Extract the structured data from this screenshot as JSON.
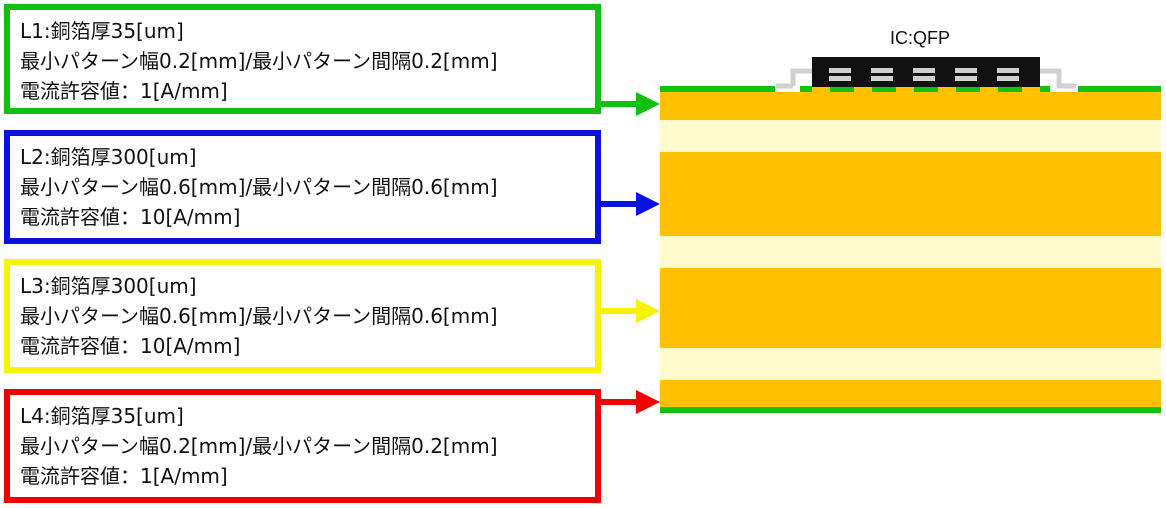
{
  "layers": [
    {
      "id": "l1",
      "color": "#12c012",
      "title": "L1:銅箔厚35[um]",
      "pattern": "最小パターン幅0.2[mm]/最小パターン間隔0.2[mm]",
      "current": "電流許容値：1[A/mm]"
    },
    {
      "id": "l2",
      "color": "#0a12e0",
      "title": "L2:銅箔厚300[um]",
      "pattern": "最小パターン幅0.6[mm]/最小パターン間隔0.6[mm]",
      "current": "電流許容値：10[A/mm]"
    },
    {
      "id": "l3",
      "color": "#f6f200",
      "title": "L3:銅箔厚300[um]",
      "pattern": "最小パターン幅0.6[mm]/最小パターン間隔0.6[mm]",
      "current": "電流許容値：10[A/mm]"
    },
    {
      "id": "l4",
      "color": "#f00000",
      "title": "L4:銅箔厚35[um]",
      "pattern": "最小パターン幅0.2[mm]/最小パターン間隔0.2[mm]",
      "current": "電流許容値：1[A/mm]"
    }
  ],
  "ic_label": "IC:QFP",
  "colors": {
    "copper": "#ffc000",
    "dielectric": "#fffacc",
    "solder_mask": "#12c012",
    "ic_body": "#111111",
    "lead": "#d0d0d0"
  }
}
